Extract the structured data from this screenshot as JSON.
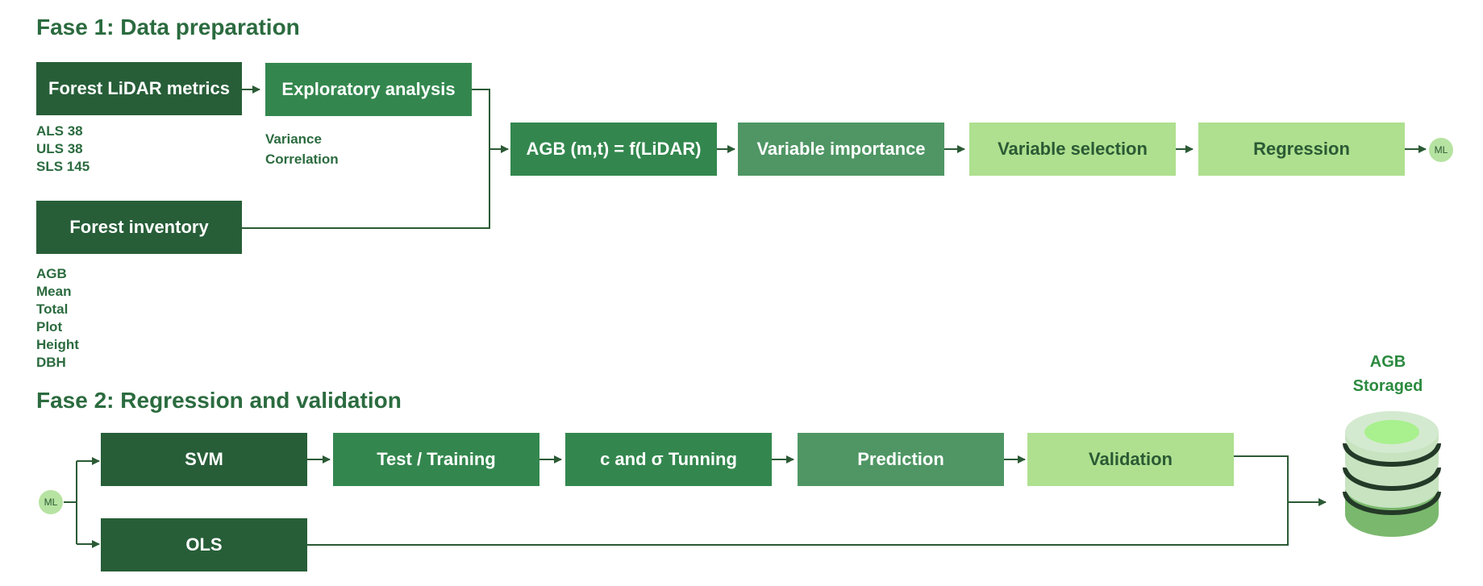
{
  "phase1": {
    "title": "Fase 1: Data preparation",
    "lidar_box": "Forest LiDAR metrics",
    "lidar_items": [
      "ALS 38",
      "ULS 38",
      "SLS 145"
    ],
    "exploratory_box": "Exploratory analysis",
    "exploratory_items": [
      "Variance",
      "Correlation"
    ],
    "inventory_box": "Forest inventory",
    "inventory_items": [
      "AGB",
      "Mean",
      "Total",
      "Plot",
      "Height",
      "DBH"
    ],
    "agb_model_box": "AGB (m,t) = f(LiDAR)",
    "importance_box": "Variable importance",
    "selection_box": "Variable selection",
    "regression_box": "Regression",
    "ml_label": "ML"
  },
  "phase2": {
    "title": "Fase 2: Regression and validation",
    "ml_label": "ML",
    "svm_box": "SVM",
    "ols_box": "OLS",
    "test_box": "Test / Training",
    "tuning_box": "c and σ Tunning",
    "prediction_box": "Prediction",
    "validation_box": "Validation"
  },
  "storage": {
    "label_line1": "AGB",
    "label_line2": "Storaged"
  },
  "colors": {
    "dark": "#275e38",
    "mid": "#33874e",
    "soft": "#4f9664",
    "light": "#aee08f",
    "line": "#2b5a35"
  }
}
